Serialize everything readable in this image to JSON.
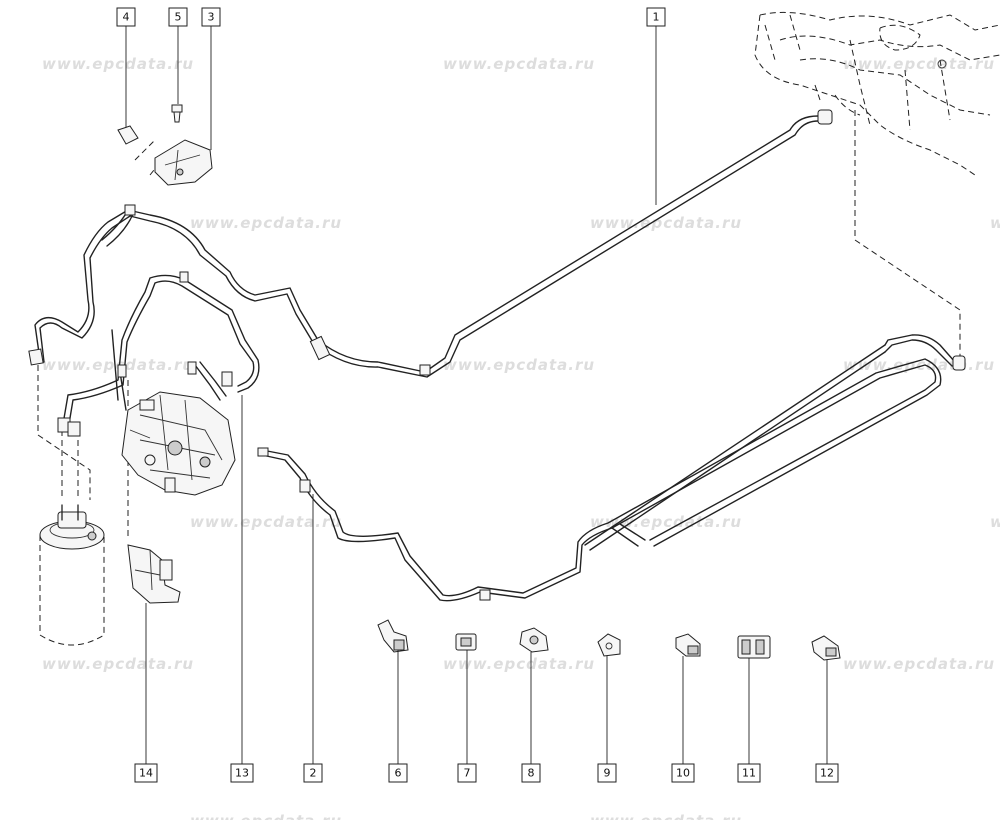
{
  "watermark": "www.epcdata.ru",
  "callouts": [
    {
      "id": "c1",
      "label": "1"
    },
    {
      "id": "c2",
      "label": "2"
    },
    {
      "id": "c3",
      "label": "3"
    },
    {
      "id": "c4",
      "label": "4"
    },
    {
      "id": "c5",
      "label": "5"
    },
    {
      "id": "c6",
      "label": "6"
    },
    {
      "id": "c7",
      "label": "7"
    },
    {
      "id": "c8",
      "label": "8"
    },
    {
      "id": "c9",
      "label": "9"
    },
    {
      "id": "c10",
      "label": "10"
    },
    {
      "id": "c11",
      "label": "11"
    },
    {
      "id": "c12",
      "label": "12"
    },
    {
      "id": "c13",
      "label": "13"
    },
    {
      "id": "c14",
      "label": "14"
    }
  ]
}
